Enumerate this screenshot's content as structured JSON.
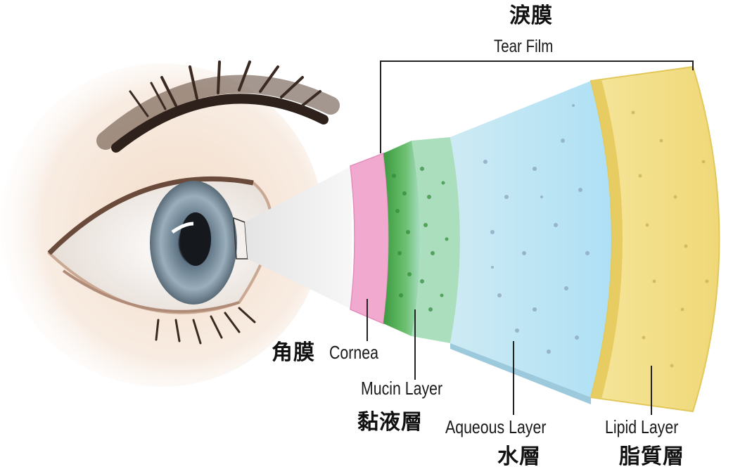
{
  "tear_film": {
    "zh": "淚膜",
    "en": "Tear Film"
  },
  "cornea": {
    "zh": "角膜",
    "en": "Cornea"
  },
  "mucin": {
    "zh": "黏液層",
    "en": "Mucin Layer"
  },
  "aqueous": {
    "zh": "水層",
    "en": "Aqueous Layer"
  },
  "lipid": {
    "zh": "脂質層",
    "en": "Lipid Layer"
  },
  "colors": {
    "cornea": "#f2a9cf",
    "mucin": "#4caf50",
    "aqueous": "#bfe6f7",
    "lipid": "#f3df86",
    "iris": "#7e93a3",
    "eyelash": "#3a2a22"
  }
}
